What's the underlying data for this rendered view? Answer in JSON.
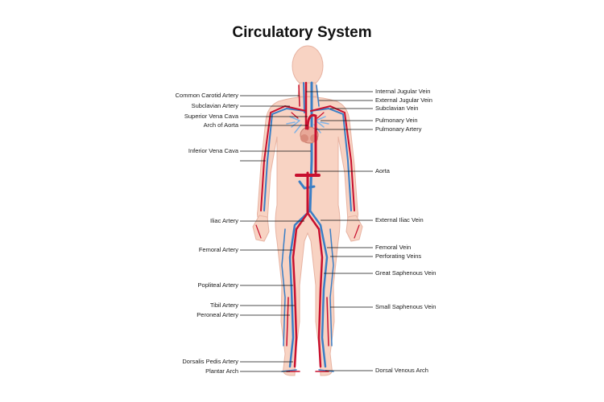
{
  "title": "Circulatory System",
  "colors": {
    "skin": "#f8d3c3",
    "skin_outline": "#e7b3a2",
    "artery": "#c8102e",
    "artery_dark": "#8f0b20",
    "vein": "#3a7fc6",
    "vein_light": "#7fb3e6",
    "line": "#111111"
  },
  "labels_left": [
    {
      "id": "common-carotid-artery",
      "text": "Common Carotid Artery"
    },
    {
      "id": "subclavian-artery",
      "text": "Subclavian Artery"
    },
    {
      "id": "superior-vena-cava",
      "text": "Superior Vena Cava"
    },
    {
      "id": "arch-of-aorta",
      "text": "Arch of Aorta"
    },
    {
      "id": "inferior-vena-cava",
      "text": "Inferior Vena Cava"
    },
    {
      "id": "iliac-artery",
      "text": "Iliac Artery"
    },
    {
      "id": "femoral-artery",
      "text": "Femoral Artery"
    },
    {
      "id": "popliteal-artery",
      "text": "Popliteal Artery"
    },
    {
      "id": "tibil-artery",
      "text": "Tibil Artery"
    },
    {
      "id": "peroneal-artery",
      "text": "Peroneal Artery"
    },
    {
      "id": "dorsalis-pedis-artery",
      "text": "Dorsalis Pedis Artery"
    },
    {
      "id": "plantar-arch",
      "text": "Plantar Arch"
    }
  ],
  "labels_right": [
    {
      "id": "internal-jugular-vein",
      "text": "Internal Jugular Vein"
    },
    {
      "id": "external-jugular-vein",
      "text": "External Jugular Vein"
    },
    {
      "id": "subclavian-vein",
      "text": "Subclavian Vein"
    },
    {
      "id": "pulmonary-vein",
      "text": "Pulmonary Vein"
    },
    {
      "id": "pulmonary-artery",
      "text": "Pulmonary Artery"
    },
    {
      "id": "aorta",
      "text": "Aorta"
    },
    {
      "id": "external-iliac-vein",
      "text": "External Iliac Vein"
    },
    {
      "id": "femoral-vein",
      "text": "Femoral Vein"
    },
    {
      "id": "perforating-veins",
      "text": "Perforating Veins"
    },
    {
      "id": "great-saphenous-vein",
      "text": "Great Saphenous Vein"
    },
    {
      "id": "small-saphenous-vein",
      "text": "Small Saphenous Vein"
    },
    {
      "id": "dorsal-venous-arch",
      "text": "Dorsal Venous Arch"
    }
  ]
}
